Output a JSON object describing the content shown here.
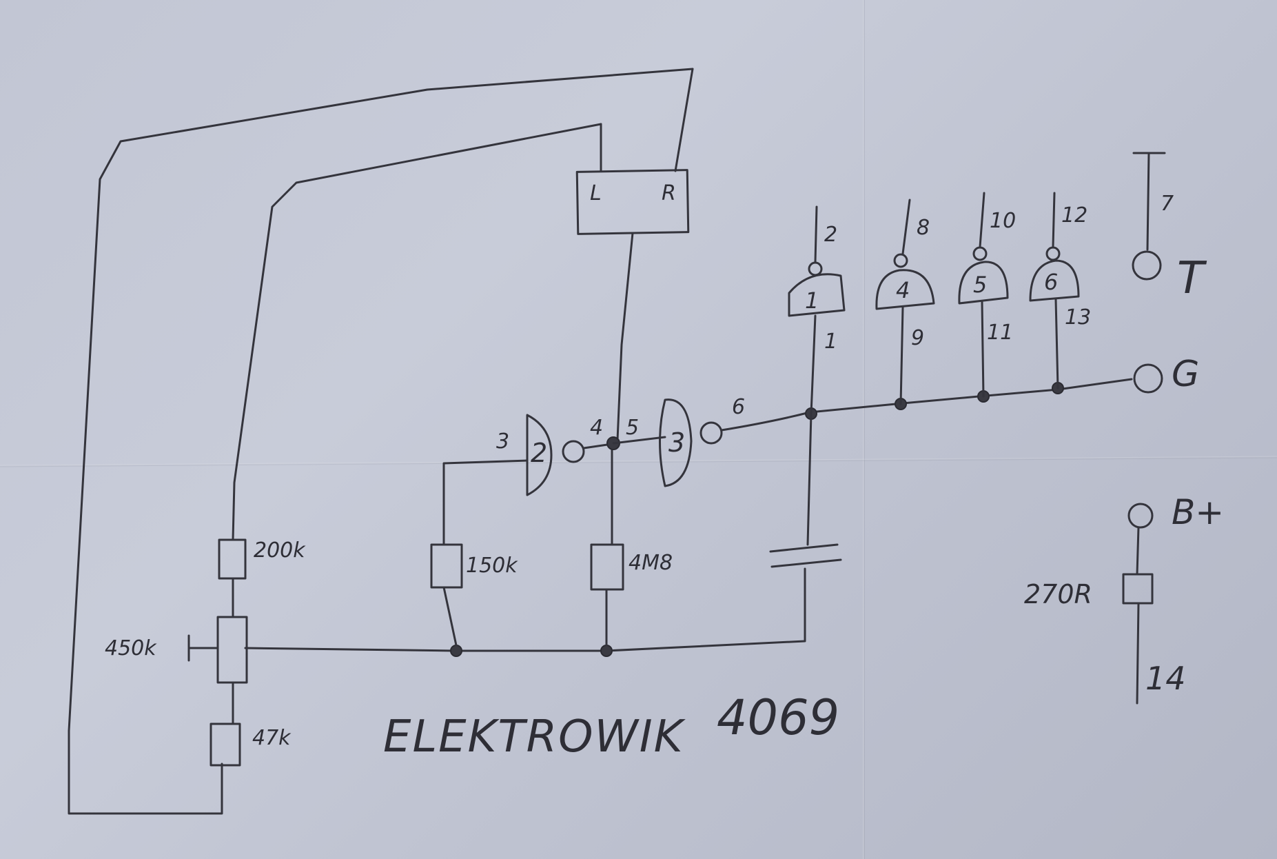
{
  "title": "ELEKTROWIK",
  "chip": "4069",
  "speaker": {
    "left": "L",
    "right": "R"
  },
  "resistors": {
    "r1": "200k",
    "pot": "450k",
    "r2": "47k",
    "r3": "150k",
    "r4": "4M8",
    "r5": "270R"
  },
  "gates": [
    "1",
    "2",
    "3",
    "4",
    "5",
    "6"
  ],
  "pins": [
    "1",
    "2",
    "3",
    "4",
    "5",
    "6",
    "7",
    "8",
    "9",
    "10",
    "11",
    "12",
    "13",
    "14"
  ],
  "terminals": {
    "t": "T",
    "g": "G",
    "bplus": "B+"
  },
  "colors": {
    "paper": "#c4c8d6",
    "ink": "#34343c"
  }
}
